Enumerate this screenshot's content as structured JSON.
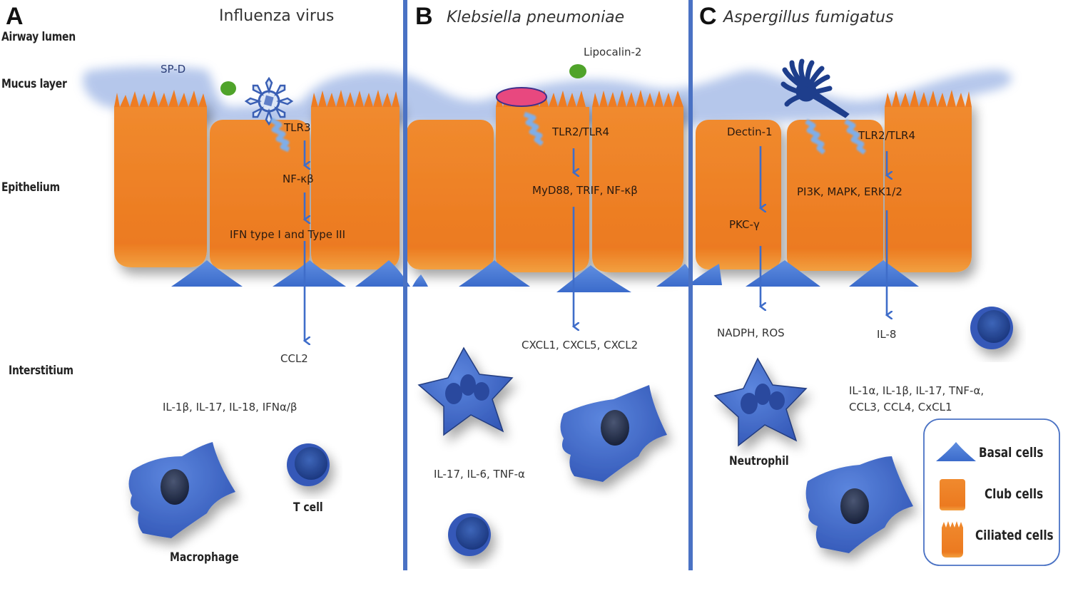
{
  "layers": {
    "airway_lumen": "Airway lumen",
    "mucus_layer": "Mucus layer",
    "epithelium": "Epithelium",
    "interstitium": "Interstitium"
  },
  "panels": [
    {
      "letter": "A",
      "title": "Influenza virus",
      "title_italic": false,
      "molecules": {
        "surfactant": "SP-D",
        "receptor": "TLR3",
        "step1": "NF-κβ",
        "step2": "IFN type I and Type III",
        "output": "CCL2",
        "cytokines": "IL-1β, IL-17, IL-18, IFNα/β"
      },
      "cells": {
        "macrophage": "Macrophage",
        "t_cell": "T cell"
      }
    },
    {
      "letter": "B",
      "title": "Klebsiella pneumoniae",
      "title_italic": true,
      "molecules": {
        "antimicrobial": "Lipocalin-2",
        "receptor": "TLR2/TLR4",
        "step1": "MyD88, TRIF, NF-κβ",
        "output": "CXCL1, CXCL5, CXCL2",
        "cytokines": "IL-17, IL-6, TNF-α"
      }
    },
    {
      "letter": "C",
      "title": "Aspergillus fumigatus",
      "title_italic": true,
      "molecules": {
        "receptor_left": "Dectin-1",
        "step_left": "PKC-γ",
        "output_left": "NADPH, ROS",
        "receptor_right": "TLR2/TLR4",
        "step_right": "PI3K, MAPK, ERK1/2",
        "output_right": "IL-8",
        "cytokines_line1": "IL-1α, IL-1β, IL-17, TNF-α,",
        "cytokines_line2": "CCL3, CCL4, CxCL1"
      },
      "cells": {
        "neutrophil": "Neutrophil"
      }
    }
  ],
  "legend": {
    "items": [
      {
        "label": "Basal cells",
        "icon": "basal-cell-triangle"
      },
      {
        "label": "Club cells",
        "icon": "club-cell-square"
      },
      {
        "label": "Ciliated cells",
        "icon": "ciliated-cell"
      }
    ]
  },
  "colors": {
    "epithelium_orange": "#EE7B22",
    "mucus_blue": "#A9BEE8",
    "divider_blue": "#4A72C4",
    "cell_blue": "#3E67C8",
    "nucleus_dark": "#1E2B4A",
    "arrow_blue": "#3F6DC9",
    "bacterium_pink": "#E8487F",
    "sp_d_green": "#4FA32A"
  }
}
